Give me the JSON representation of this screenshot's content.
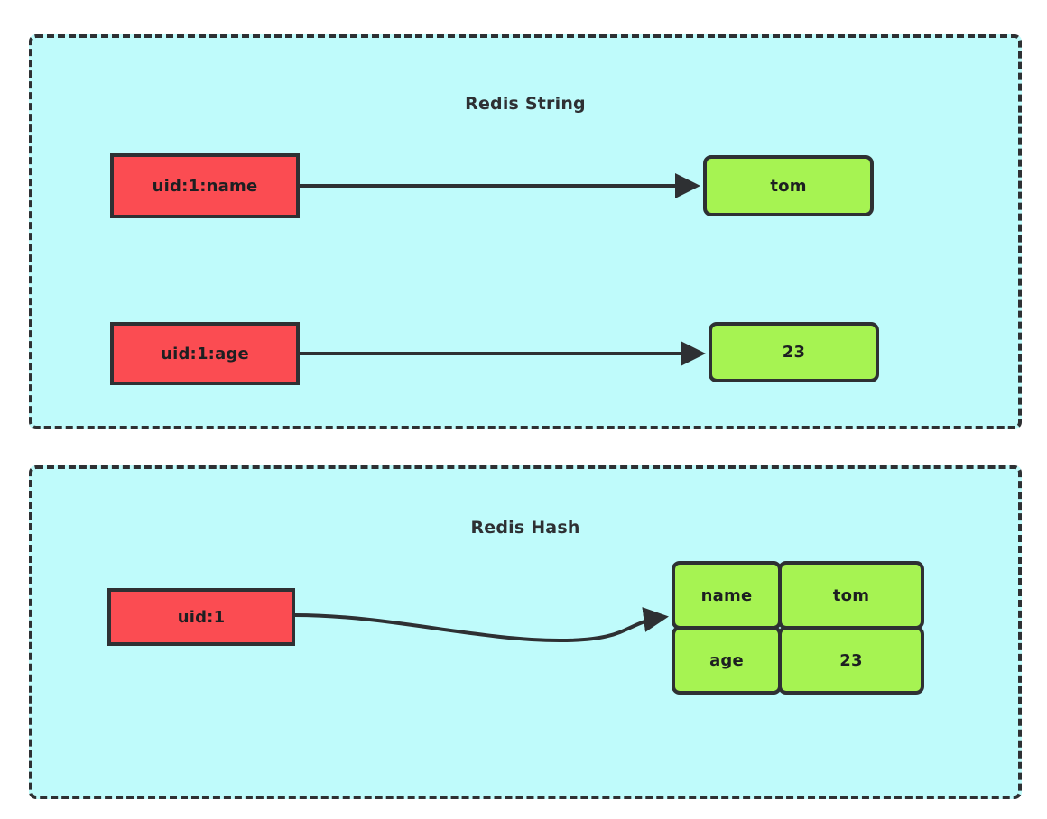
{
  "diagram": {
    "title_omitted": "",
    "background_color": "#ffffff",
    "panel_fill": "#bffbfb",
    "panel_border_color": "#2e3033",
    "key_color": "#fb4c52",
    "value_color": "#a6f352",
    "text_color": "#1d1f21",
    "arrow_color": "#2e3033"
  },
  "panels": [
    {
      "id": "redis-string",
      "title": "Redis String",
      "pairs": [
        {
          "key": "uid:1:name",
          "value": "tom"
        },
        {
          "key": "uid:1:age",
          "value": "23"
        }
      ]
    },
    {
      "id": "redis-hash",
      "title": "Redis Hash",
      "key": "uid:1",
      "fields": [
        {
          "field": "name",
          "value": "tom"
        },
        {
          "field": "age",
          "value": "23"
        }
      ]
    }
  ]
}
